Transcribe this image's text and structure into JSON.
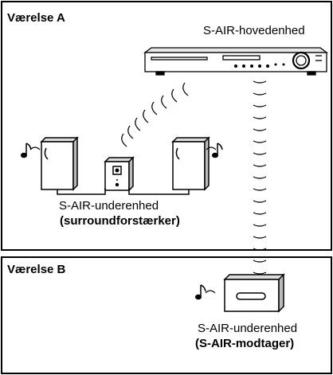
{
  "rooms": {
    "a": {
      "title": "Værelse A"
    },
    "b": {
      "title": "Værelse B"
    }
  },
  "labels": {
    "main_unit": "S-AIR-hovedenhed",
    "sub_unit_surround_line1": "S-AIR-underenhed",
    "sub_unit_surround_line2": "(surroundforstærker)",
    "sub_unit_receiver_line1": "S-AIR-underenhed",
    "sub_unit_receiver_line2": "(S-AIR-modtager)"
  },
  "icons": [
    "music-note-icon",
    "sound-wave-icon",
    "wireless-wave-icon"
  ]
}
